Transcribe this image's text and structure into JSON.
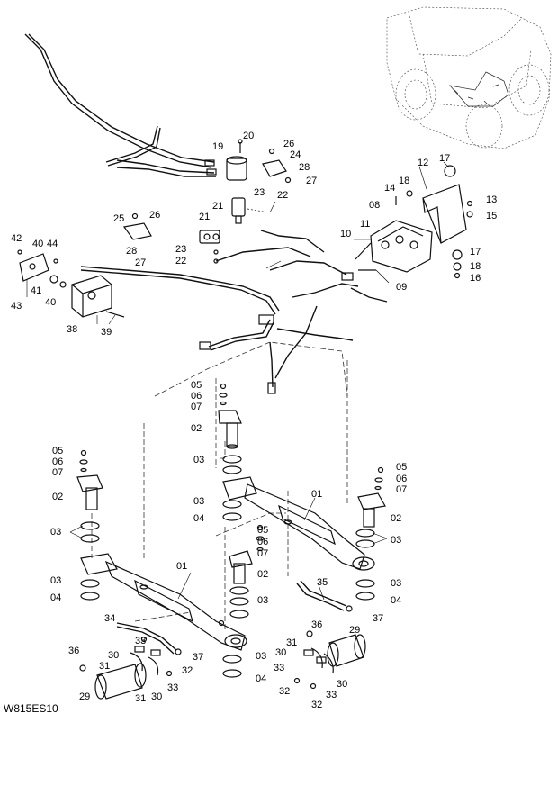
{
  "diagram": {
    "code": "W815ES10",
    "labels": [
      {
        "id": "l20",
        "text": "20"
      },
      {
        "id": "l19",
        "text": "19"
      },
      {
        "id": "l26a",
        "text": "26"
      },
      {
        "id": "l24",
        "text": "24"
      },
      {
        "id": "l28a",
        "text": "28"
      },
      {
        "id": "l27a",
        "text": "27"
      },
      {
        "id": "l23a",
        "text": "23"
      },
      {
        "id": "l22a",
        "text": "22"
      },
      {
        "id": "l21a",
        "text": "21"
      },
      {
        "id": "l25",
        "text": "25"
      },
      {
        "id": "l26b",
        "text": "26"
      },
      {
        "id": "l21b",
        "text": "21"
      },
      {
        "id": "l28b",
        "text": "28"
      },
      {
        "id": "l27b",
        "text": "27"
      },
      {
        "id": "l23b",
        "text": "23"
      },
      {
        "id": "l22b",
        "text": "22"
      },
      {
        "id": "l12",
        "text": "12"
      },
      {
        "id": "l17a",
        "text": "17"
      },
      {
        "id": "l18a",
        "text": "18"
      },
      {
        "id": "l14",
        "text": "14"
      },
      {
        "id": "l13",
        "text": "13"
      },
      {
        "id": "l15",
        "text": "15"
      },
      {
        "id": "l08",
        "text": "08"
      },
      {
        "id": "l11",
        "text": "11"
      },
      {
        "id": "l10",
        "text": "10"
      },
      {
        "id": "l17b",
        "text": "17"
      },
      {
        "id": "l18b",
        "text": "18"
      },
      {
        "id": "l16",
        "text": "16"
      },
      {
        "id": "l09",
        "text": "09"
      },
      {
        "id": "l42",
        "text": "42"
      },
      {
        "id": "l40a",
        "text": "40"
      },
      {
        "id": "l44",
        "text": "44"
      },
      {
        "id": "l41",
        "text": "41"
      },
      {
        "id": "l40b",
        "text": "40"
      },
      {
        "id": "l43",
        "text": "43"
      },
      {
        "id": "l38",
        "text": "38"
      },
      {
        "id": "l39",
        "text": "39"
      },
      {
        "id": "l05a",
        "text": "05"
      },
      {
        "id": "l06a",
        "text": "06"
      },
      {
        "id": "l07a",
        "text": "07"
      },
      {
        "id": "l02a",
        "text": "02"
      },
      {
        "id": "l03a",
        "text": "03"
      },
      {
        "id": "l03b",
        "text": "03"
      },
      {
        "id": "l04a",
        "text": "04"
      },
      {
        "id": "l01a",
        "text": "01"
      },
      {
        "id": "l05b",
        "text": "05"
      },
      {
        "id": "l06b",
        "text": "06"
      },
      {
        "id": "l07b",
        "text": "07"
      },
      {
        "id": "l02b",
        "text": "02"
      },
      {
        "id": "l03c",
        "text": "03"
      },
      {
        "id": "l05c",
        "text": "05"
      },
      {
        "id": "l06c",
        "text": "06"
      },
      {
        "id": "l07c",
        "text": "07"
      },
      {
        "id": "l02c",
        "text": "02"
      },
      {
        "id": "l03d",
        "text": "03"
      },
      {
        "id": "l05d",
        "text": "05"
      },
      {
        "id": "l06d",
        "text": "06"
      },
      {
        "id": "l07d",
        "text": "07"
      },
      {
        "id": "l02d",
        "text": "02"
      },
      {
        "id": "l03e",
        "text": "03"
      },
      {
        "id": "l03f",
        "text": "03"
      },
      {
        "id": "l04b",
        "text": "04"
      },
      {
        "id": "l01b",
        "text": "01"
      },
      {
        "id": "l03g",
        "text": "03"
      },
      {
        "id": "l35",
        "text": "35"
      },
      {
        "id": "l03h",
        "text": "03"
      },
      {
        "id": "l04c",
        "text": "04"
      },
      {
        "id": "l37a",
        "text": "37"
      },
      {
        "id": "l34",
        "text": "34"
      },
      {
        "id": "l33a",
        "text": "33"
      },
      {
        "id": "l37b",
        "text": "37"
      },
      {
        "id": "l36a",
        "text": "36"
      },
      {
        "id": "l30a",
        "text": "30"
      },
      {
        "id": "l32a",
        "text": "32"
      },
      {
        "id": "l31a",
        "text": "31"
      },
      {
        "id": "l31b",
        "text": "31"
      },
      {
        "id": "l30b",
        "text": "30"
      },
      {
        "id": "l33b",
        "text": "33"
      },
      {
        "id": "l29a",
        "text": "29"
      },
      {
        "id": "l03i",
        "text": "03"
      },
      {
        "id": "l04d",
        "text": "04"
      },
      {
        "id": "l36b",
        "text": "36"
      },
      {
        "id": "l29b",
        "text": "29"
      },
      {
        "id": "l30c",
        "text": "30"
      },
      {
        "id": "l31c",
        "text": "31"
      },
      {
        "id": "l33c",
        "text": "33"
      },
      {
        "id": "l30d",
        "text": "30"
      },
      {
        "id": "l32b",
        "text": "32"
      },
      {
        "id": "l33d",
        "text": "33"
      },
      {
        "id": "l32c",
        "text": "32"
      }
    ]
  }
}
